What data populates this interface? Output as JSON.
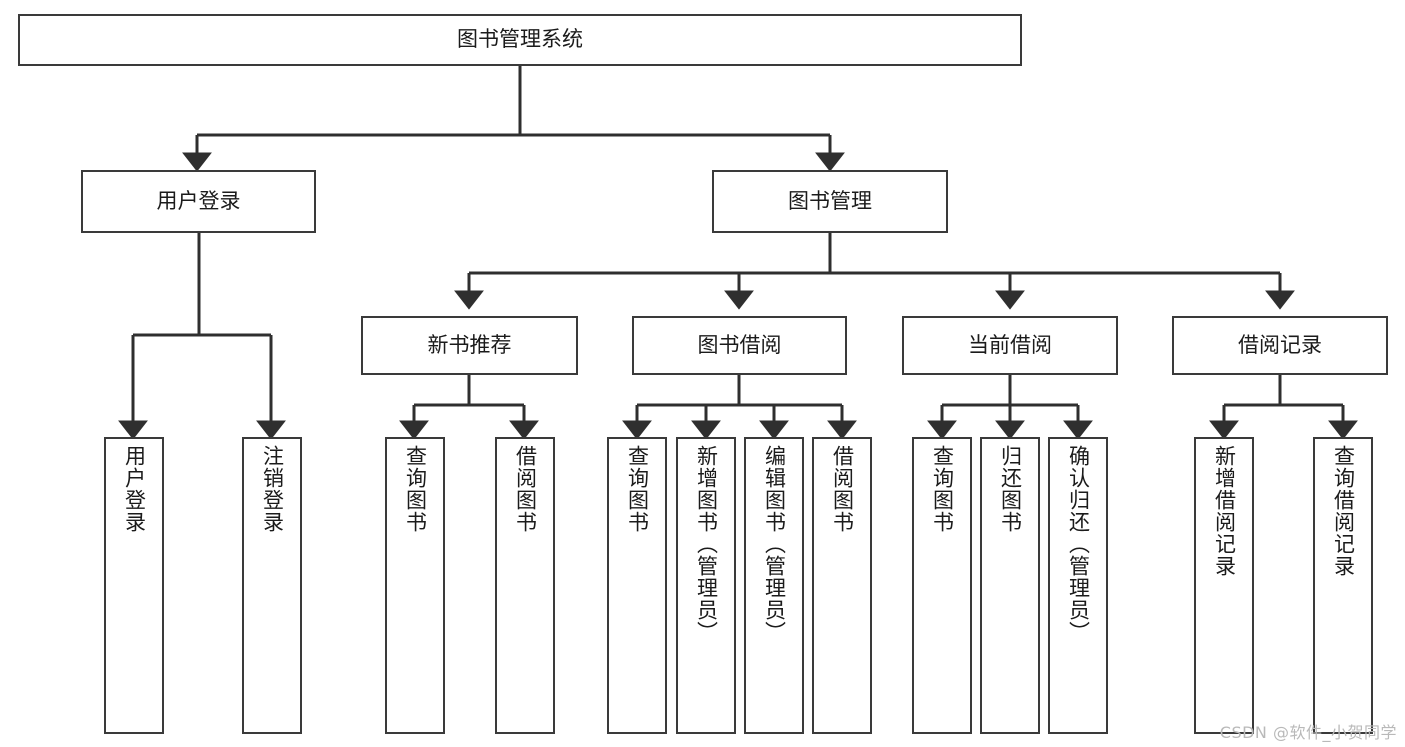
{
  "diagram": {
    "title": "图书管理系统",
    "type": "tree",
    "root": {
      "id": "root",
      "label": "图书管理系统"
    },
    "level2": [
      {
        "id": "user-login",
        "label": "用户登录"
      },
      {
        "id": "book-manage",
        "label": "图书管理"
      }
    ],
    "level3": [
      {
        "id": "new-book-recommend",
        "label": "新书推荐",
        "parent": "book-manage"
      },
      {
        "id": "book-borrow",
        "label": "图书借阅",
        "parent": "book-manage"
      },
      {
        "id": "current-borrow",
        "label": "当前借阅",
        "parent": "book-manage"
      },
      {
        "id": "borrow-record",
        "label": "借阅记录",
        "parent": "book-manage"
      }
    ],
    "leaves": [
      {
        "id": "leaf-user-login",
        "label": "用户登录",
        "parent": "user-login"
      },
      {
        "id": "leaf-logout-login",
        "label": "注销登录",
        "parent": "user-login"
      },
      {
        "id": "leaf-query-book-1",
        "label": "查询图书",
        "parent": "new-book-recommend"
      },
      {
        "id": "leaf-borrow-book-1",
        "label": "借阅图书",
        "parent": "new-book-recommend"
      },
      {
        "id": "leaf-query-book-2",
        "label": "查询图书",
        "parent": "book-borrow"
      },
      {
        "id": "leaf-add-book",
        "label": "新增图书（管理员）",
        "parent": "book-borrow"
      },
      {
        "id": "leaf-edit-book",
        "label": "编辑图书（管理员）",
        "parent": "book-borrow"
      },
      {
        "id": "leaf-borrow-book-2",
        "label": "借阅图书",
        "parent": "book-borrow"
      },
      {
        "id": "leaf-query-book-3",
        "label": "查询图书",
        "parent": "current-borrow"
      },
      {
        "id": "leaf-return-book",
        "label": "归还图书",
        "parent": "current-borrow"
      },
      {
        "id": "leaf-confirm-return",
        "label": "确认归还（管理员）",
        "parent": "current-borrow"
      },
      {
        "id": "leaf-add-record",
        "label": "新增借阅记录",
        "parent": "borrow-record"
      },
      {
        "id": "leaf-query-record",
        "label": "查询借阅记录",
        "parent": "borrow-record"
      }
    ],
    "colors": {
      "box_border": "#3a3a3a",
      "box_fill": "#ffffff",
      "connector": "#2f2f2f",
      "text": "#1b1b1b",
      "watermark": "#b9b9b9"
    }
  },
  "watermark": {
    "text": "CSDN @软件_小贺同学"
  }
}
